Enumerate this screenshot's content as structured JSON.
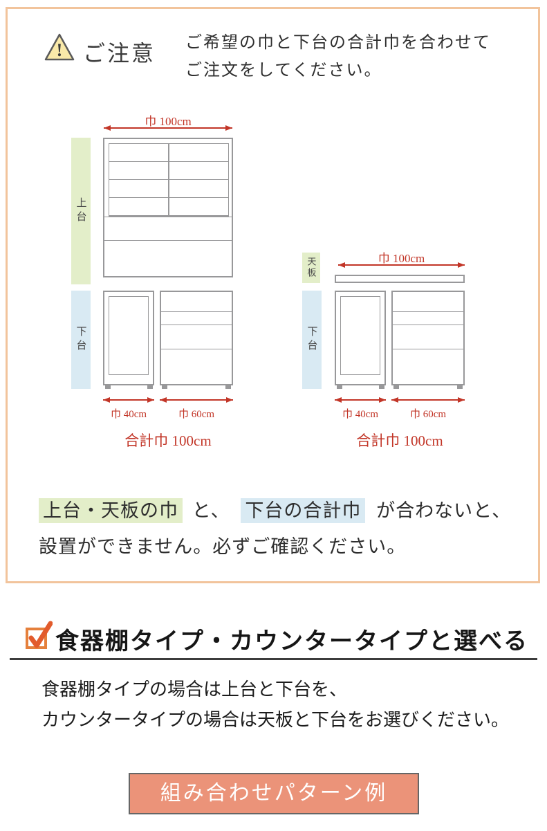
{
  "notice": {
    "title": "ご注意",
    "warning_mark": "!",
    "description_line1": "ご希望の巾と下台の合計巾を合わせて",
    "description_line2": "ご注文をしてください。",
    "left_diagram": {
      "top_width": "巾 100cm",
      "upper_unit": "上台",
      "lower_unit": "下台",
      "width_left": "巾 40cm",
      "width_right": "巾 60cm",
      "total_width": "合計巾 100cm"
    },
    "right_diagram": {
      "top_board": "天板",
      "top_width": "巾 100cm",
      "lower_unit": "下台",
      "width_left": "巾 40cm",
      "width_right": "巾 60cm",
      "total_width": "合計巾 100cm"
    },
    "note": {
      "green_highlight": "上台・天板の巾",
      "plain_1": "と、",
      "blue_highlight": "下台の合計巾",
      "plain_2": "が合わないと、",
      "line2": "設置ができません。必ずご確認ください。"
    }
  },
  "type_section": {
    "heading": "食器棚タイプ・カウンタータイプと選べる",
    "body_line1": "食器棚タイプの場合は上台と下台を、",
    "body_line2": "カウンタータイプの場合は天板と下台をお選びください。",
    "button_label": "組み合わせパターン例"
  },
  "colors": {
    "notice_border": "#f2c49c",
    "dimension_red": "#c23527",
    "upper_unit_green": "#e3eec9",
    "lower_unit_blue": "#d9eaf3",
    "button_background": "#eb9379"
  }
}
